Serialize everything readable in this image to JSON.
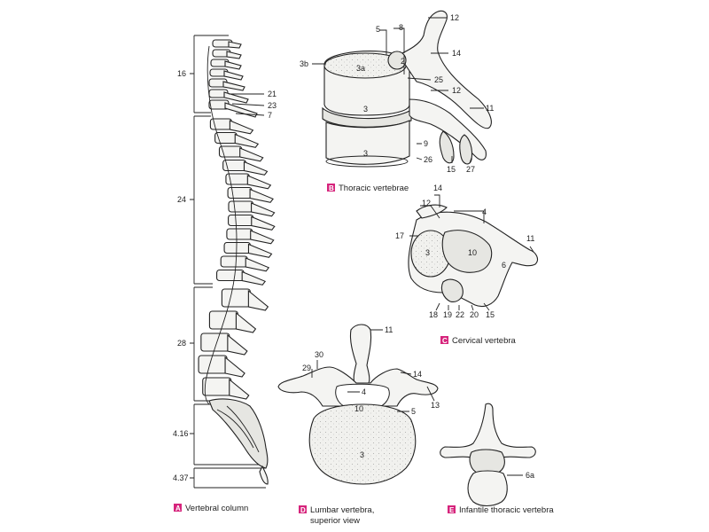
{
  "colors": {
    "badge": "#d6247c",
    "ink": "#222222",
    "bone": "#f4f4f2"
  },
  "panels": {
    "A": {
      "badge": "A",
      "caption": "Vertebral column",
      "brackets": [
        "16",
        "24",
        "28",
        "4.16",
        "4.37"
      ],
      "labels": [
        "21",
        "23",
        "7"
      ]
    },
    "B": {
      "badge": "B",
      "caption": "Thoracic vertebrae",
      "labels": [
        "5",
        "8",
        "12",
        "14",
        "3b",
        "3a",
        "2",
        "25",
        "12",
        "11",
        "3",
        "3",
        "9",
        "26",
        "15",
        "27"
      ]
    },
    "C": {
      "badge": "C",
      "caption": "Cervical vertebra",
      "labels": [
        "14",
        "12",
        "4",
        "17",
        "11",
        "3",
        "10",
        "6",
        "18",
        "19",
        "22",
        "20",
        "15"
      ]
    },
    "D": {
      "badge": "D",
      "caption_line1": "Lumbar vertebra,",
      "caption_line2": "superior view",
      "labels": [
        "11",
        "30",
        "29",
        "14",
        "4",
        "13",
        "10",
        "5",
        "3"
      ]
    },
    "E": {
      "badge": "E",
      "caption": "Infantile thoracic vertebra",
      "labels": [
        "6a"
      ]
    }
  }
}
